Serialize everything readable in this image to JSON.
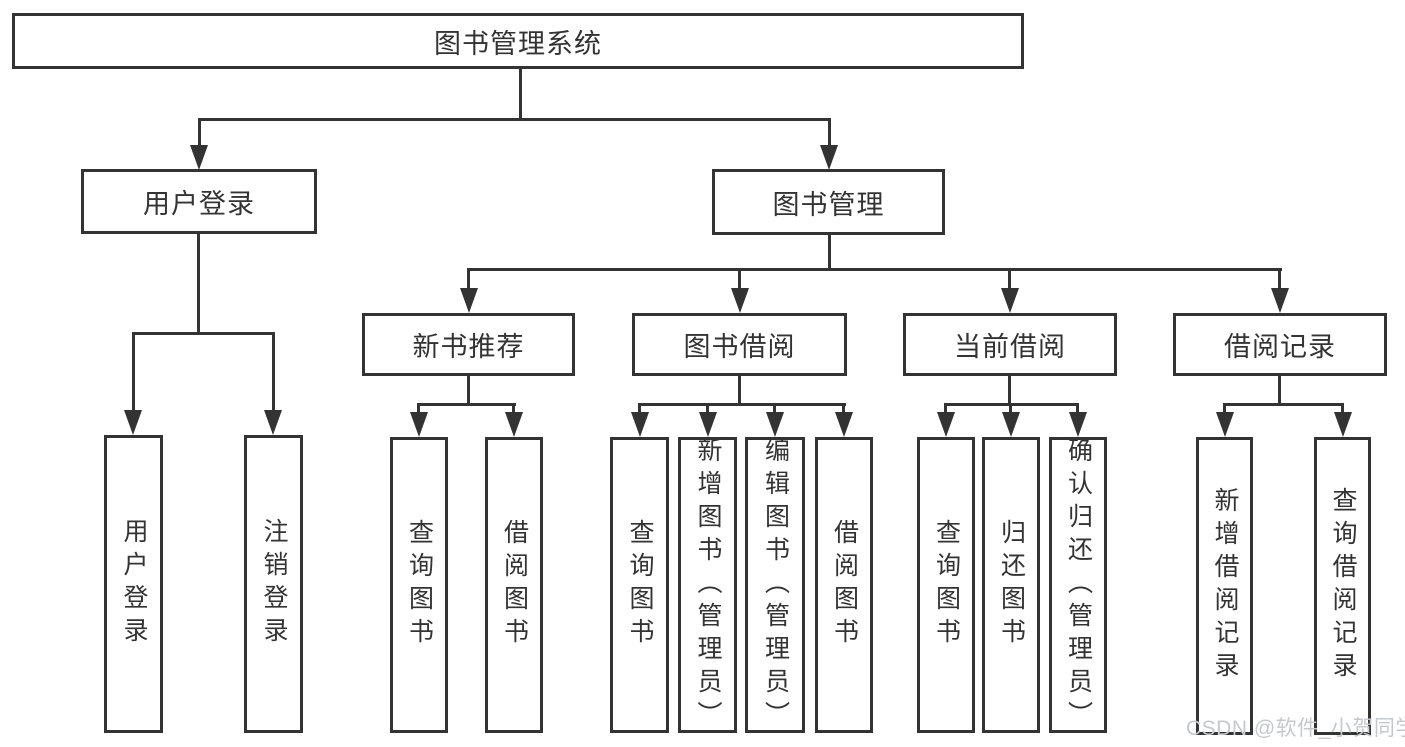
{
  "tree": {
    "root": "图书管理系统",
    "level2": {
      "user_login": "用户登录",
      "book_mgmt": "图书管理"
    },
    "level3": {
      "new_books": "新书推荐",
      "book_borrow": "图书借阅",
      "current_borrow": "当前借阅",
      "borrow_records": "借阅记录"
    },
    "leaves": {
      "user_login": [
        "用户登录",
        "注销登录"
      ],
      "new_books": [
        "查询图书",
        "借阅图书"
      ],
      "book_borrow": [
        "查询图书",
        "新增图书（管理员）",
        "编辑图书（管理员）",
        "借阅图书"
      ],
      "current_borrow": [
        "查询图书",
        "归还图书",
        "确认归还（管理员）"
      ],
      "borrow_records": [
        "新增借阅记录",
        "查询借阅记录"
      ]
    }
  },
  "watermark": "CSDN @软件_小贺同学",
  "colors": {
    "line": "#333333",
    "text": "#333333",
    "background": "#ffffff",
    "watermark": "#c6c9cc"
  }
}
